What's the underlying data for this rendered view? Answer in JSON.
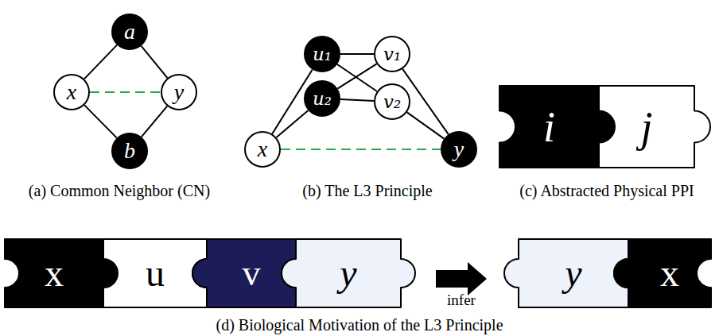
{
  "diagram": {
    "nodes": [
      {
        "text": [
          "a"
        ]
      },
      {
        "text": [
          "x"
        ]
      },
      {
        "text": [
          "y"
        ]
      },
      {
        "text": [
          "b"
        ]
      },
      {
        "text": [
          "u₁"
        ]
      },
      {
        "text": [
          "v₁"
        ]
      },
      {
        "text": [
          "u₂"
        ]
      },
      {
        "text": [
          "v₂"
        ]
      },
      {
        "text": [
          "x"
        ]
      },
      {
        "text": [
          "y"
        ]
      },
      {
        "text": [
          "i"
        ]
      },
      {
        "text": [
          "j"
        ]
      },
      {
        "text": [
          "x"
        ]
      },
      {
        "text": [
          "u"
        ]
      },
      {
        "text": [
          "v"
        ]
      },
      {
        "text": [
          "y"
        ]
      },
      {
        "text": [
          "y"
        ]
      },
      {
        "text": [
          "x"
        ]
      }
    ],
    "edges": [
      {
        "from": 1,
        "to": 0,
        "arrow": "none"
      },
      {
        "from": 0,
        "to": 2,
        "arrow": "none"
      },
      {
        "from": 1,
        "to": 3,
        "arrow": "none"
      },
      {
        "from": 3,
        "to": 2,
        "arrow": "none"
      },
      {
        "from": 1,
        "to": 2,
        "arrow": "none"
      },
      {
        "from": 8,
        "to": 4,
        "arrow": "none"
      },
      {
        "from": 8,
        "to": 6,
        "arrow": "none"
      },
      {
        "from": 4,
        "to": 5,
        "arrow": "none"
      },
      {
        "from": 4,
        "to": 7,
        "arrow": "none"
      },
      {
        "from": 6,
        "to": 5,
        "arrow": "none"
      },
      {
        "from": 6,
        "to": 7,
        "arrow": "none"
      },
      {
        "from": 5,
        "to": 9,
        "arrow": "none"
      },
      {
        "from": 7,
        "to": 9,
        "arrow": "none"
      },
      {
        "from": 8,
        "to": 9,
        "arrow": "none"
      }
    ],
    "labels": [
      "(a) Common Neighbor (CN)",
      "(b) The L3 Principle",
      "(c) Abstracted Physical PPI",
      "infer",
      "(d) Biological Motivation of the L3 Principle"
    ]
  }
}
